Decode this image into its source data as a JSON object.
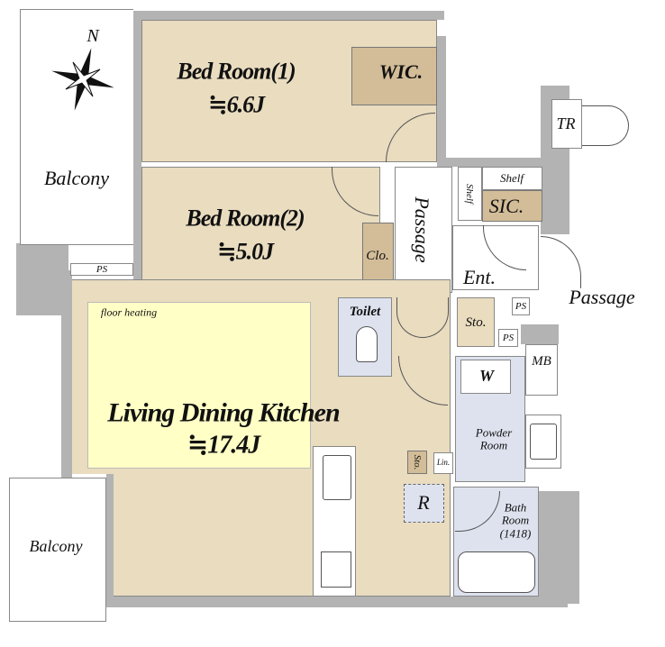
{
  "compass": {
    "north_label": "N",
    "icon": "compass-rose-icon"
  },
  "rooms": {
    "bedroom1": {
      "name": "Bed Room(1)",
      "area": "≒6.6J"
    },
    "bedroom2": {
      "name": "Bed Room(2)",
      "area": "≒5.0J"
    },
    "ldk": {
      "name": "Living Dining Kitchen",
      "area": "≒17.4J",
      "floor_heating": "floor heating"
    },
    "balcony_upper": "Balcony",
    "balcony_lower": "Balcony",
    "wic": "WIC.",
    "clo": "Clo.",
    "passage_inner": "Passage",
    "passage_outer": "Passage",
    "shelf_top": "Shelf",
    "shelf_side": "Shelf",
    "sic": "SIC.",
    "tr": "TR",
    "entrance": "Ent.",
    "toilet": "Toilet",
    "sto_upper": "Sto.",
    "sto_lower": "Sto.",
    "ps_left": "PS",
    "ps_upper": "PS",
    "ps_lower": "PS",
    "mb": "MB",
    "washer": "W",
    "powder_room": "Powder\nRoom",
    "linen": "Lin.",
    "refrigerator": "R",
    "bath_room": "Bath\nRoom\n(1418)"
  },
  "colors": {
    "wall": "#b3b3b3",
    "room_floor": "#e9dcbf",
    "storage": "#d3bd98",
    "wet_area": "#dde2ee",
    "floor_heating": "#ffffc6"
  }
}
